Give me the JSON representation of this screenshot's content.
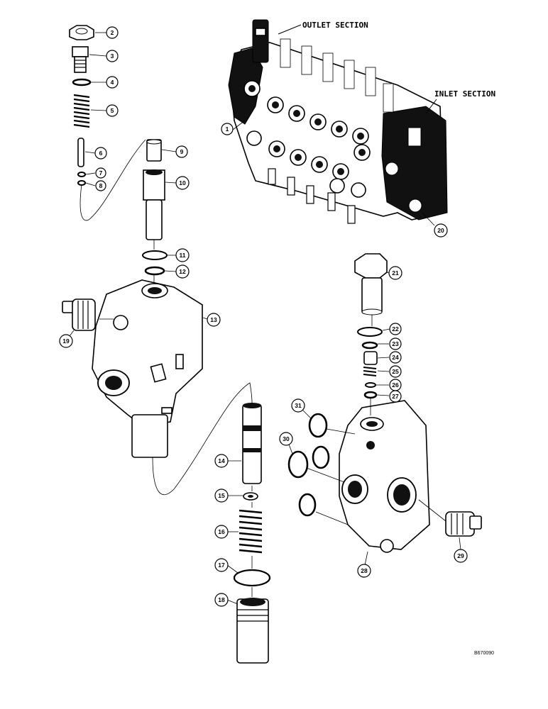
{
  "labels": {
    "outlet_section": "OUTLET SECTION",
    "inlet_section": "INLET SECTION",
    "drawing_number": "B670090"
  },
  "callouts": [
    "1",
    "2",
    "3",
    "4",
    "5",
    "6",
    "7",
    "8",
    "9",
    "10",
    "11",
    "12",
    "13",
    "14",
    "15",
    "16",
    "17",
    "18",
    "19",
    "20",
    "21",
    "22",
    "23",
    "24",
    "25",
    "26",
    "27",
    "28",
    "29",
    "30",
    "31"
  ]
}
